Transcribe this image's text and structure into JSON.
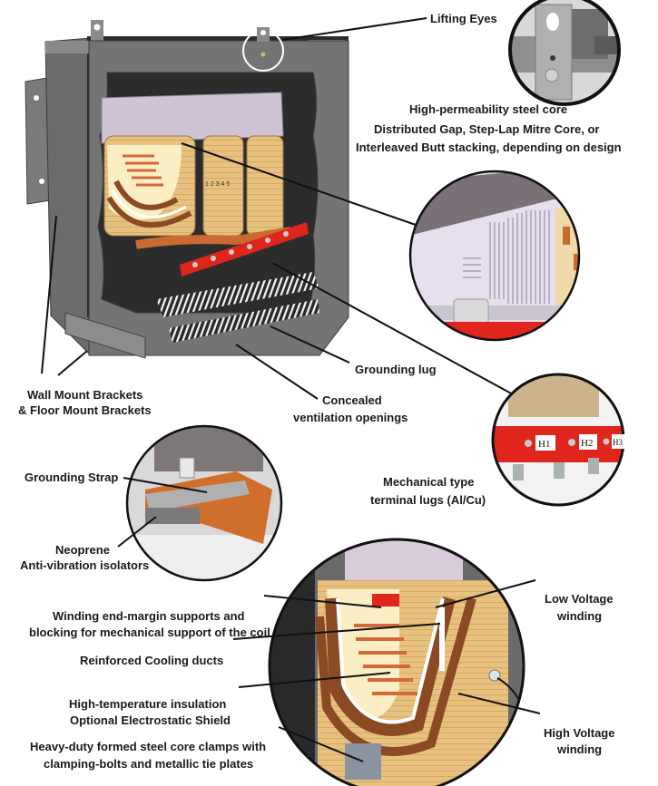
{
  "title": "Dry-type transformer construction features",
  "colors": {
    "enclosure": "#6e6e6e",
    "enclosure_dark": "#2a2a2a",
    "coil": "#e8c88a",
    "coil_copper": "#b5652e",
    "terminal_bar": "#e0261c",
    "core": "#d9cfe0",
    "leader_line": "#111111",
    "label_text": "#1a1a1a"
  },
  "labels": {
    "lifting_eyes": "Lifting Eyes",
    "steel_core_title": "High-permeability steel core",
    "steel_core_desc_1": "Distributed Gap, Step-Lap Mitre Core, or",
    "steel_core_desc_2": "Interleaved Butt stacking, depending on design",
    "grounding_lug": "Grounding lug",
    "mount_brackets_1": "Wall Mount Brackets",
    "mount_brackets_2": "& Floor Mount Brackets",
    "ventilation_1": "Concealed",
    "ventilation_2": "ventilation openings",
    "terminal_lugs_1": "Mechanical type",
    "terminal_lugs_2": "terminal lugs (Al/Cu)",
    "grounding_strap": "Grounding Strap",
    "isolators_1": "Neoprene",
    "isolators_2": "Anti-vibration isolators",
    "winding_supports_1": "Winding end-margin supports and",
    "winding_supports_2": "blocking for mechanical support of the coil",
    "cooling_ducts": "Reinforced Cooling ducts",
    "insulation_1": "High-temperature insulation",
    "insulation_2": "Optional Electrostatic Shield",
    "core_clamps_1": "Heavy-duty formed steel core clamps with",
    "core_clamps_2": "clamping-bolts and metallic tie plates",
    "low_voltage_1": "Low Voltage",
    "low_voltage_2": "winding",
    "high_voltage_1": "High Voltage",
    "high_voltage_2": "winding"
  },
  "terminals": [
    "H1",
    "H2",
    "H3"
  ],
  "coil_tap_numbers": "1 2 3 4 5"
}
